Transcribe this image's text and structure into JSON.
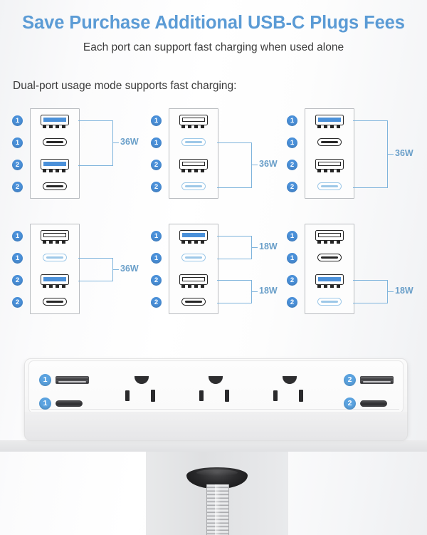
{
  "header": {
    "title": "Save Purchase Additional USB-C Plugs Fees",
    "subtitle": "Each port can support fast charging when used alone",
    "section_label": "Dual-port usage mode supports fast charging:",
    "title_color": "#5b9bd5"
  },
  "colors": {
    "accent_blue": "#4a90d9",
    "soft_blue": "#9dc8e8",
    "bracket_blue": "#7fb4dc",
    "label_blue": "#6a9fc9",
    "port_dark": "#262626"
  },
  "diagrams": [
    {
      "id": "diagram-1",
      "ports": [
        {
          "badge": "1",
          "type": "usb-a",
          "state": "active"
        },
        {
          "badge": "1",
          "type": "usb-c",
          "state": "idle"
        },
        {
          "badge": "2",
          "type": "usb-a",
          "state": "active"
        },
        {
          "badge": "2",
          "type": "usb-c",
          "state": "idle"
        }
      ],
      "brackets": [
        {
          "label": "36W",
          "from": 0,
          "to": 2
        }
      ]
    },
    {
      "id": "diagram-2",
      "ports": [
        {
          "badge": "1",
          "type": "usb-a",
          "state": "idle"
        },
        {
          "badge": "1",
          "type": "usb-c",
          "state": "highlight"
        },
        {
          "badge": "2",
          "type": "usb-a",
          "state": "idle"
        },
        {
          "badge": "2",
          "type": "usb-c",
          "state": "highlight"
        }
      ],
      "brackets": [
        {
          "label": "36W",
          "from": 1,
          "to": 3
        }
      ]
    },
    {
      "id": "diagram-3",
      "ports": [
        {
          "badge": "1",
          "type": "usb-a",
          "state": "active"
        },
        {
          "badge": "1",
          "type": "usb-c",
          "state": "idle"
        },
        {
          "badge": "2",
          "type": "usb-a",
          "state": "idle"
        },
        {
          "badge": "2",
          "type": "usb-c",
          "state": "highlight"
        }
      ],
      "brackets": [
        {
          "label": "36W",
          "from": 0,
          "to": 3
        }
      ]
    },
    {
      "id": "diagram-4",
      "ports": [
        {
          "badge": "1",
          "type": "usb-a",
          "state": "idle"
        },
        {
          "badge": "1",
          "type": "usb-c",
          "state": "highlight"
        },
        {
          "badge": "2",
          "type": "usb-a",
          "state": "active"
        },
        {
          "badge": "2",
          "type": "usb-c",
          "state": "idle"
        }
      ],
      "brackets": [
        {
          "label": "36W",
          "from": 1,
          "to": 2
        }
      ]
    },
    {
      "id": "diagram-5",
      "ports": [
        {
          "badge": "1",
          "type": "usb-a",
          "state": "active"
        },
        {
          "badge": "1",
          "type": "usb-c",
          "state": "highlight"
        },
        {
          "badge": "2",
          "type": "usb-a",
          "state": "idle"
        },
        {
          "badge": "2",
          "type": "usb-c",
          "state": "idle"
        }
      ],
      "brackets": [
        {
          "label": "18W",
          "from": 0,
          "to": 1
        },
        {
          "label": "18W",
          "from": 2,
          "to": 3
        }
      ]
    },
    {
      "id": "diagram-6",
      "ports": [
        {
          "badge": "1",
          "type": "usb-a",
          "state": "idle"
        },
        {
          "badge": "1",
          "type": "usb-c",
          "state": "idle"
        },
        {
          "badge": "2",
          "type": "usb-a",
          "state": "active"
        },
        {
          "badge": "2",
          "type": "usb-c",
          "state": "highlight"
        }
      ],
      "brackets": [
        {
          "label": "18W",
          "from": 2,
          "to": 3
        }
      ]
    }
  ],
  "product": {
    "name": "power-strip-with-clamp-mount",
    "left_ports": [
      {
        "badge": "1",
        "type": "usb-a"
      },
      {
        "badge": "1",
        "type": "usb-c"
      }
    ],
    "right_ports": [
      {
        "badge": "2",
        "type": "usb-a"
      },
      {
        "badge": "2",
        "type": "usb-c"
      }
    ],
    "outlet_count": 3
  }
}
